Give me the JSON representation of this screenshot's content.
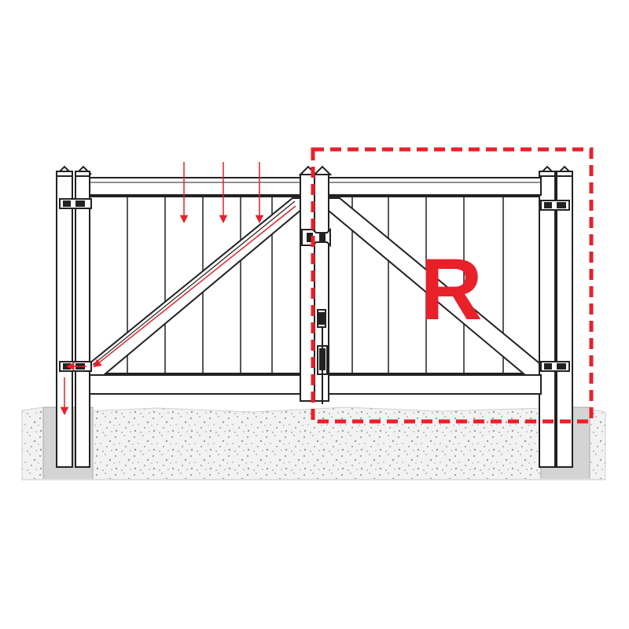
{
  "diagram": {
    "label": "R",
    "colors": {
      "accent": "#e8202a",
      "line": "#222222",
      "ground": "#f2f2f2",
      "gravel_dots": "#9a9a9a",
      "footing": "#d4d4d4"
    },
    "parts": {
      "gates": [
        "left-gate",
        "right-gate"
      ],
      "posts": [
        "left-hinge-post",
        "right-hinge-post"
      ],
      "hardware": [
        "hinges",
        "latch",
        "cane-bolt"
      ],
      "annotations": [
        "load-arrows",
        "brace-arrow",
        "post-down-arrow",
        "right-gate-highlight-box"
      ]
    }
  }
}
